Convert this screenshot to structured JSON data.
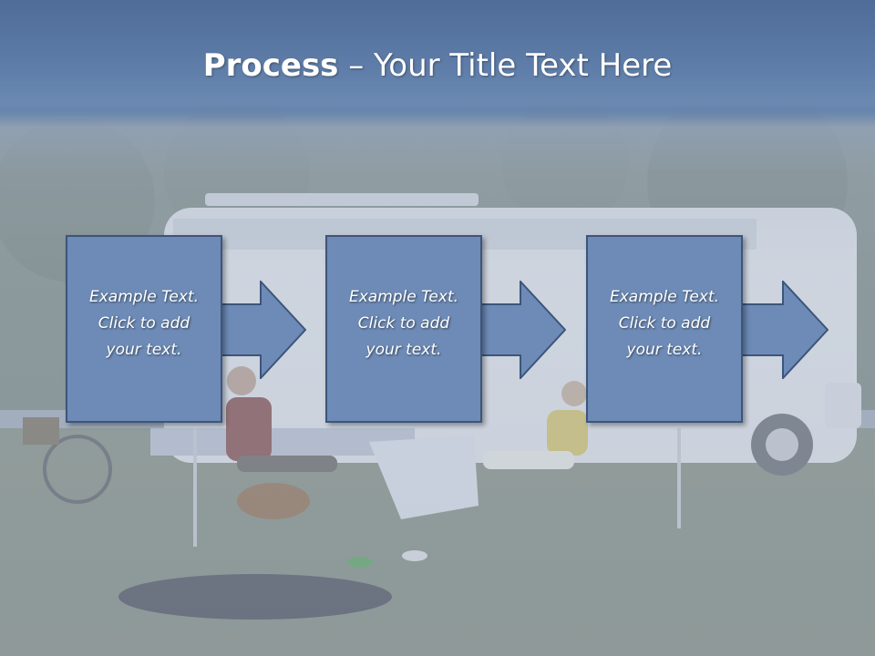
{
  "slide": {
    "title_bold": "Process",
    "title_rest": " – Your Title Text Here"
  },
  "steps": [
    {
      "line1": "Example Text.",
      "line2": "Click  to add",
      "line3": "your text."
    },
    {
      "line1": "Example Text.",
      "line2": "Click  to add",
      "line3": "your text."
    },
    {
      "line1": "Example Text.",
      "line2": "Click  to add",
      "line3": "your text."
    }
  ],
  "colors": {
    "title_band": "#5f7ea9",
    "box_fill": "#6d8bb6",
    "box_border": "#3d557a",
    "text": "#ffffff"
  },
  "icons": [
    "right-arrow-icon",
    "right-arrow-icon",
    "right-arrow-icon"
  ]
}
